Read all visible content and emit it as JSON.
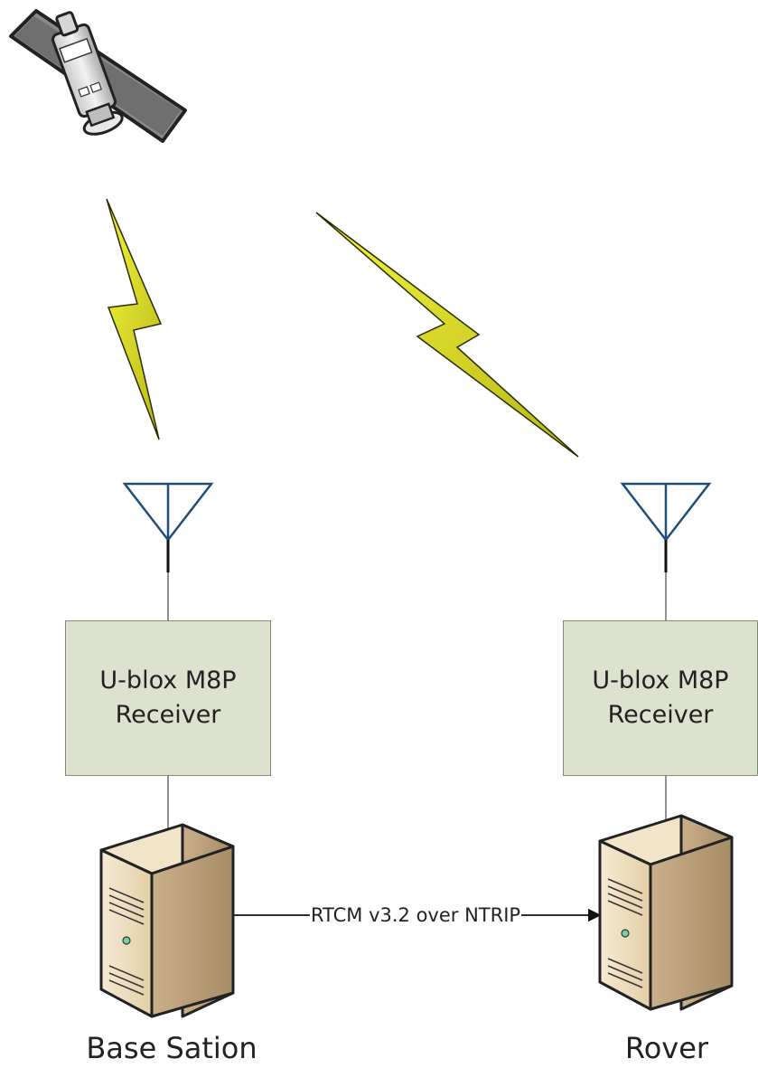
{
  "base": {
    "receiver_line1": "U-blox M8P",
    "receiver_line2": "Receiver",
    "label": "Base Sation"
  },
  "rover": {
    "receiver_line1": "U-blox M8P",
    "receiver_line2": "Receiver",
    "label": "Rover"
  },
  "link": {
    "label": "RTCM v3.2 over NTRIP"
  },
  "icons": [
    "satellite-icon",
    "lightning-icon",
    "antenna-icon",
    "server-icon"
  ],
  "colors": {
    "receiver_fill": "#dde2cf",
    "antenna": "#1f4e79",
    "lightning": "#e6e616"
  }
}
